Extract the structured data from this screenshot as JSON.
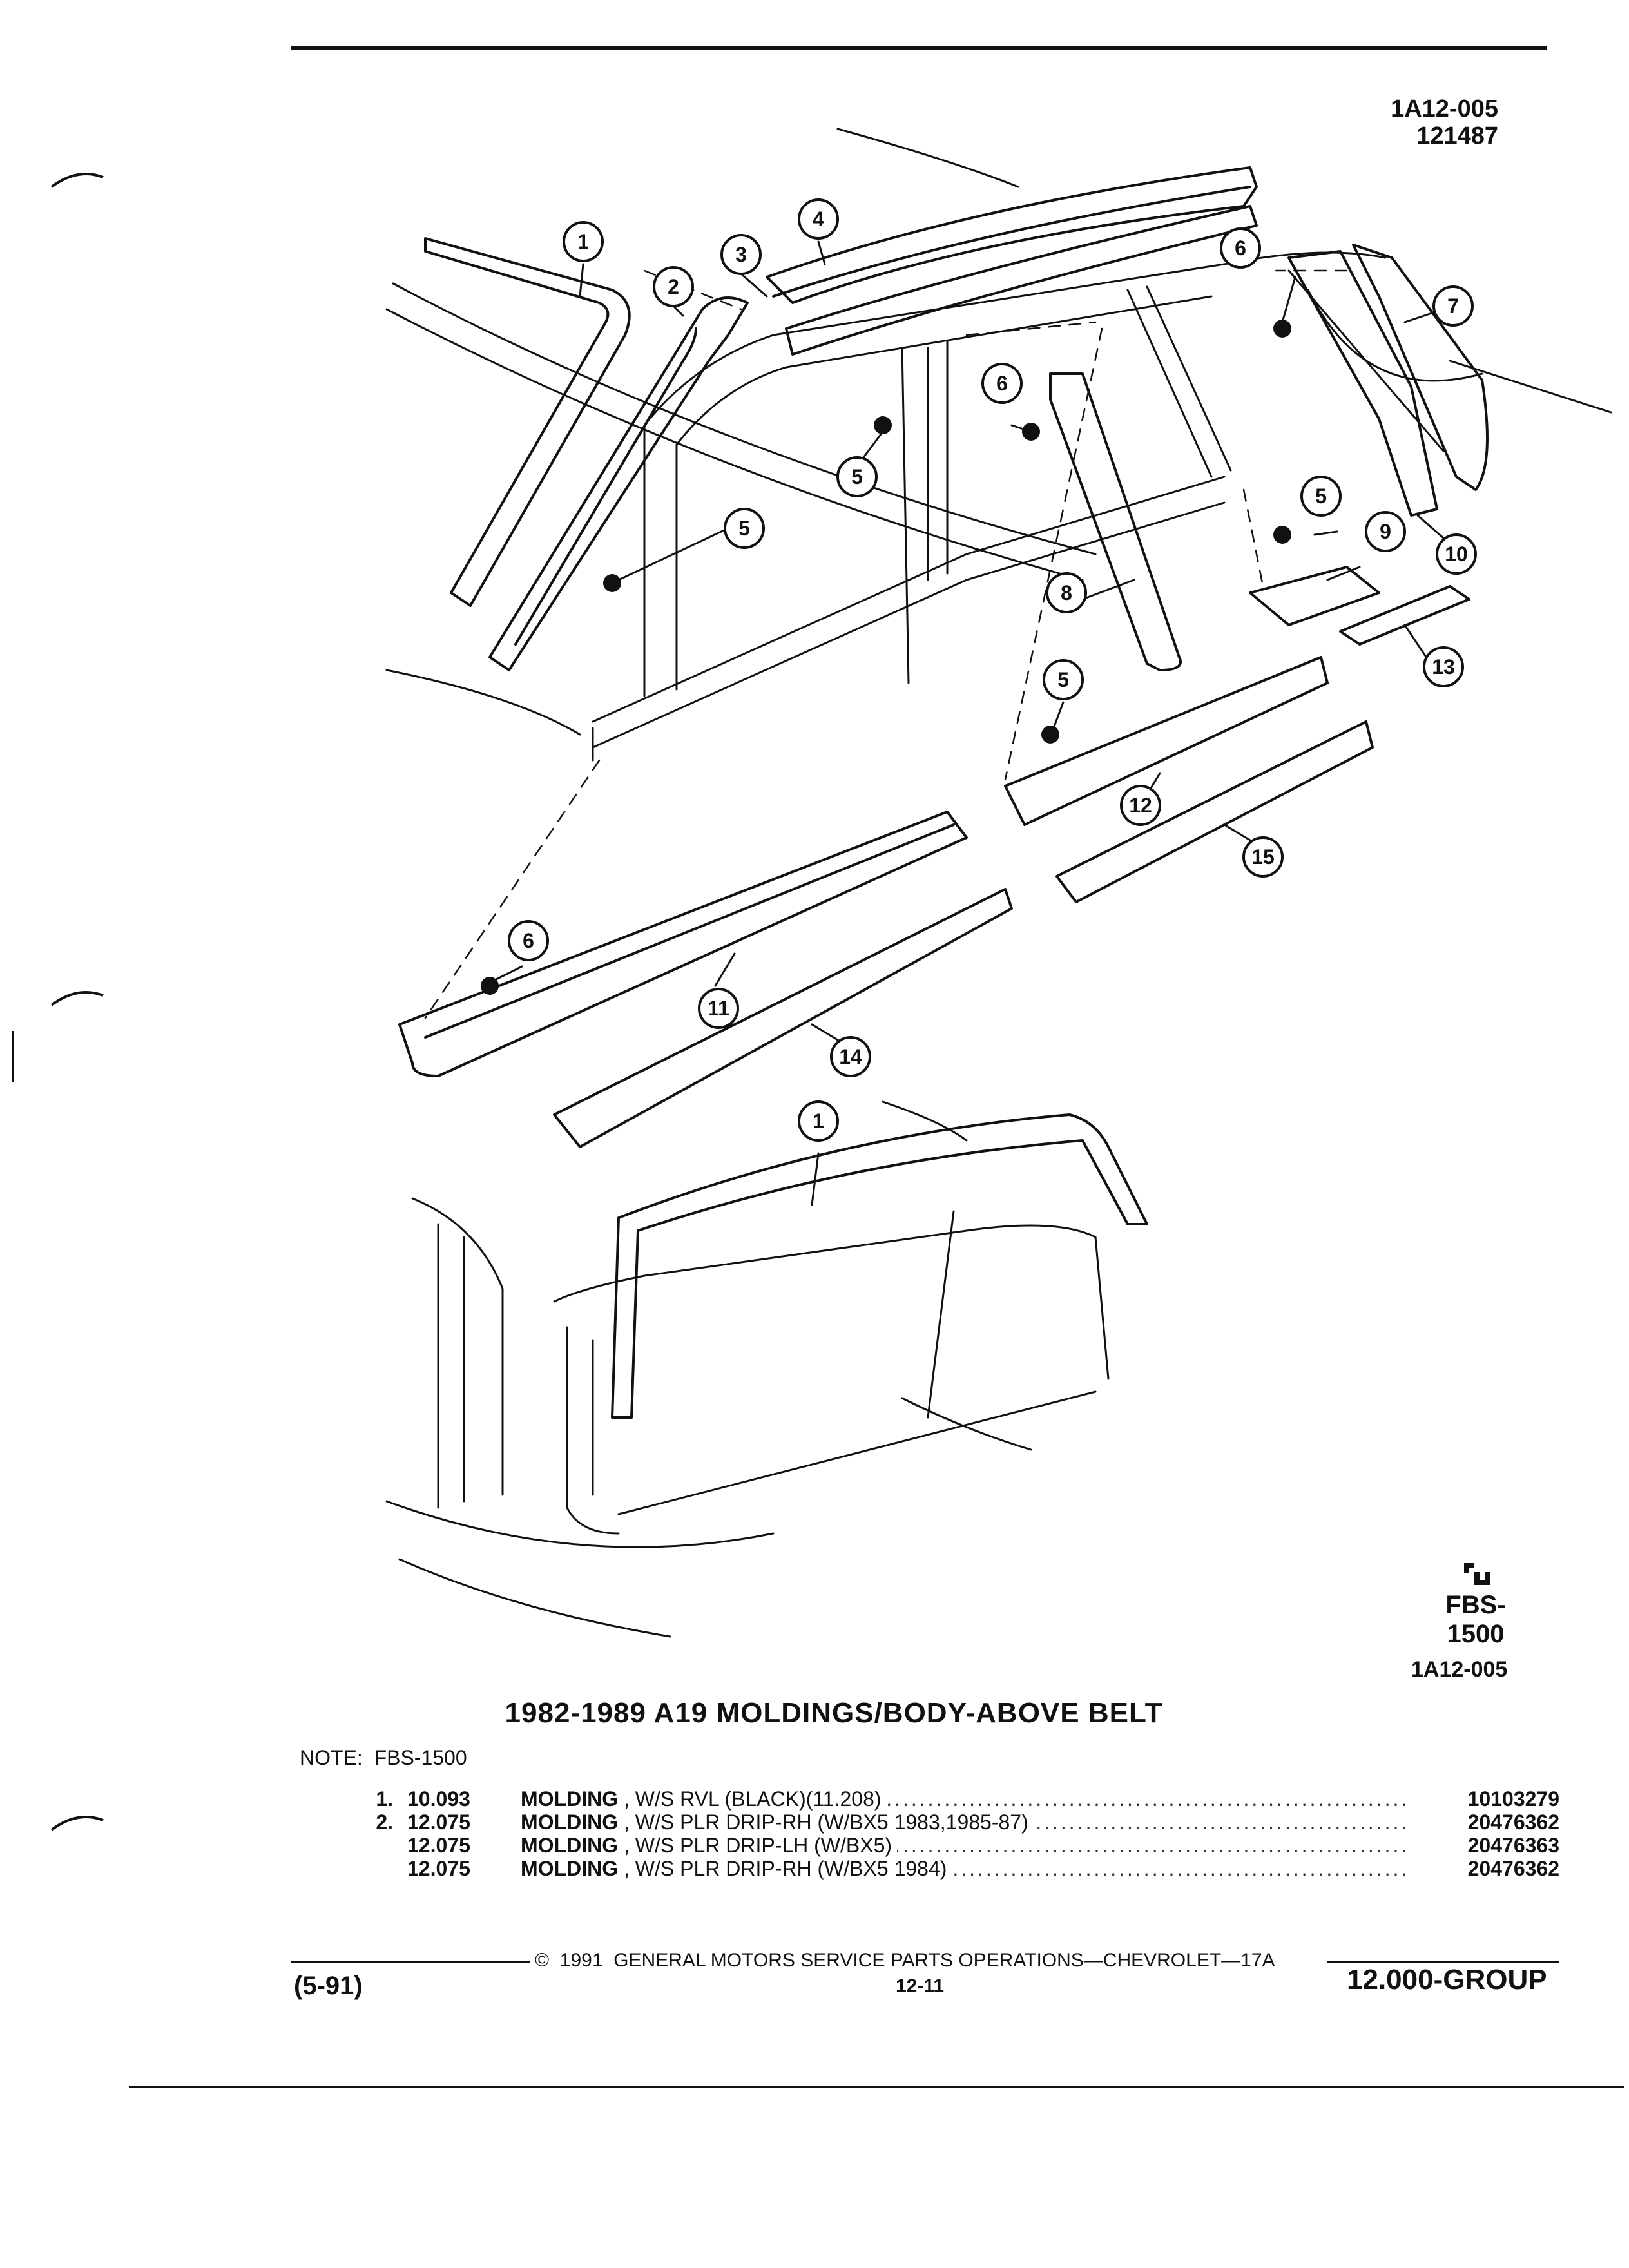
{
  "header": {
    "fig_code": "1A12-005",
    "fig_number": "121487"
  },
  "illustration": {
    "callouts": [
      "1",
      "2",
      "3",
      "4",
      "5",
      "5",
      "5",
      "5",
      "6",
      "6",
      "6",
      "7",
      "8",
      "9",
      "10",
      "11",
      "12",
      "13",
      "14",
      "15",
      "1"
    ]
  },
  "symbol": {
    "mark": "fbs-symbol",
    "code": "FBS-1500"
  },
  "fig_ref": "1A12-005",
  "title": "1982-1989 A19 MOLDINGS/BODY-ABOVE BELT",
  "note": "NOTE:  FBS-1500",
  "parts": [
    {
      "num": "1.",
      "code": "10.093",
      "name": "MOLDING",
      "desc": " , W/S RVL (BLACK)(11.208)",
      "pn": "10103279"
    },
    {
      "num": "2.",
      "code": "12.075",
      "name": "MOLDING",
      "desc": " , W/S PLR DRIP-RH (W/BX5 1983,1985-87)",
      "pn": "20476362"
    },
    {
      "num": "",
      "code": "12.075",
      "name": "MOLDING",
      "desc": " , W/S PLR DRIP-LH (W/BX5)",
      "pn": "20476363"
    },
    {
      "num": "",
      "code": "12.075",
      "name": "MOLDING",
      "desc": " , W/S PLR DRIP-RH (W/BX5 1984)",
      "pn": "20476362"
    }
  ],
  "footer": {
    "date": "(5-91)",
    "copyright": "©  1991  GENERAL MOTORS SERVICE PARTS OPERATIONS—CHEVROLET—17A",
    "page": "12-11",
    "group": "12.000-GROUP"
  }
}
